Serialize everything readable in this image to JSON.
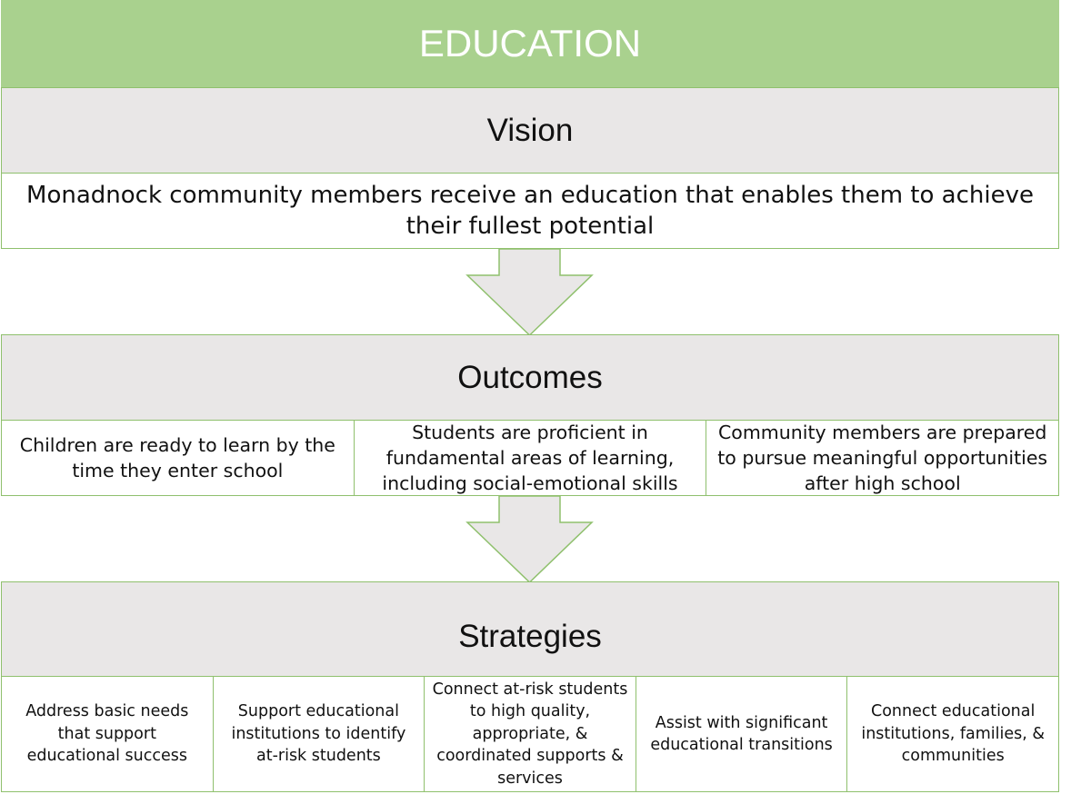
{
  "title": "EDUCATION",
  "vision": {
    "heading": "Vision",
    "text": "Monadnock community members receive an education that enables them to achieve their fullest potential"
  },
  "outcomes": {
    "heading": "Outcomes",
    "items": [
      "Children are ready to learn by the time they enter school",
      "Students are proficient in fundamental areas of learning, including social-emotional skills",
      "Community members are prepared to pursue meaningful opportunities after high school"
    ]
  },
  "strategies": {
    "heading": "Strategies",
    "items": [
      "Address basic needs that support educational success",
      "Support educational institutions to identify at-risk students",
      "Connect at-risk students to high quality, appropriate, & coordinated supports & services",
      "Assist with significant educational transitions",
      "Connect educational institutions, families, & communities"
    ]
  },
  "colors": {
    "banner": "#a9d18e",
    "border": "#8fc06d",
    "header_fill": "#e9e7e7",
    "arrow_fill": "#e9e7e7"
  }
}
